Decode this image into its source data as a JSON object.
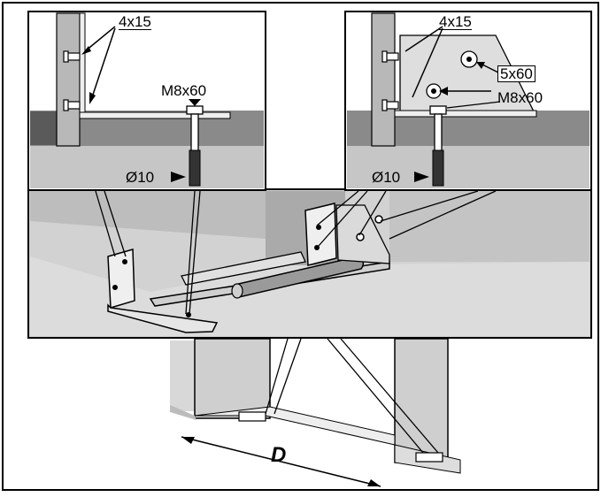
{
  "left_detail": {
    "screw_label": "4x15",
    "bolt_label": "M8x60",
    "drill_label": "Ø10"
  },
  "right_detail": {
    "screw_label": "4x15",
    "screw2_label": "5x60",
    "bolt_label": "M8x60",
    "drill_label": "Ø10"
  },
  "dimension": {
    "label": "D"
  },
  "colors": {
    "line": "#000000",
    "floor": "#c8c8c8",
    "wall": "#b4b4b4",
    "dark": "#6e6e6e",
    "light": "#e6e6e6"
  }
}
